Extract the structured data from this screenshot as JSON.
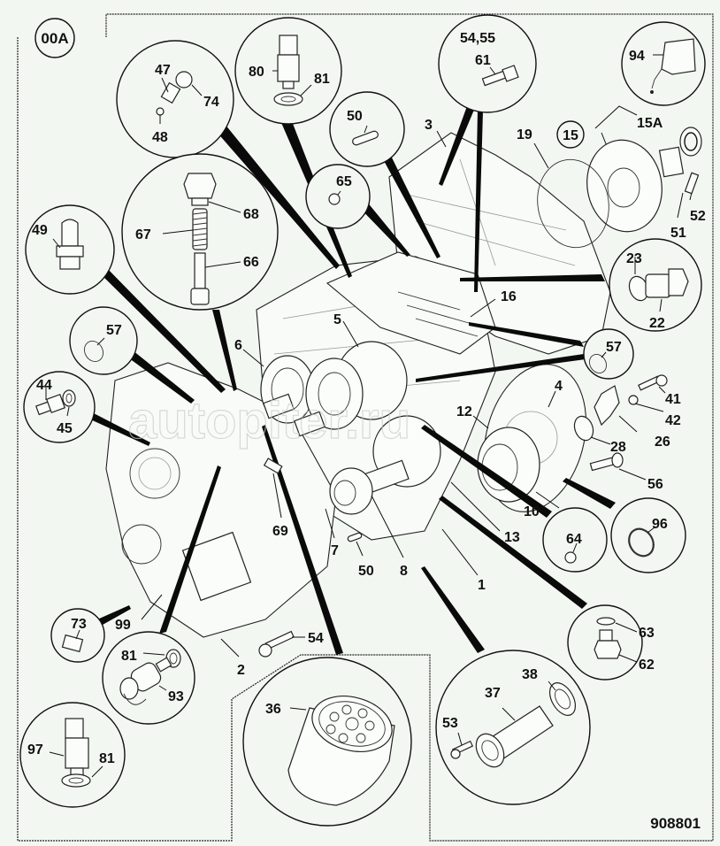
{
  "diagram": {
    "sheet_id": "00A",
    "figure_number": "908801",
    "watermark": "autopiter.ru",
    "callouts": {
      "c47": "47",
      "c74": "74",
      "c48": "48",
      "c80": "80",
      "c81a": "81",
      "c50a": "50",
      "c65": "65",
      "c5455": "54,55",
      "c61": "61",
      "c94": "94",
      "c15": "15",
      "c15A": "15A",
      "c3": "3",
      "c19": "19",
      "c51": "51",
      "c52": "52",
      "c68": "68",
      "c67": "67",
      "c66": "66",
      "c49": "49",
      "c23": "23",
      "c22": "22",
      "c16": "16",
      "c57b": "57",
      "c57a": "57",
      "c44": "44",
      "c45": "45",
      "c6": "6",
      "c5": "5",
      "c4": "4",
      "c41": "41",
      "c42": "42",
      "c26": "26",
      "c28": "28",
      "c12": "12",
      "c56": "56",
      "c10": "10",
      "c96": "96",
      "c69": "69",
      "c7": "7",
      "c50b": "50",
      "c8": "8",
      "c13": "13",
      "c64": "64",
      "c1": "1",
      "c73": "73",
      "c99": "99",
      "c54": "54",
      "c2": "2",
      "c81b": "81",
      "c93": "93",
      "c63": "63",
      "c62": "62",
      "c36": "36",
      "c38": "38",
      "c37": "37",
      "c53": "53",
      "c97": "97",
      "c81c": "81"
    }
  }
}
